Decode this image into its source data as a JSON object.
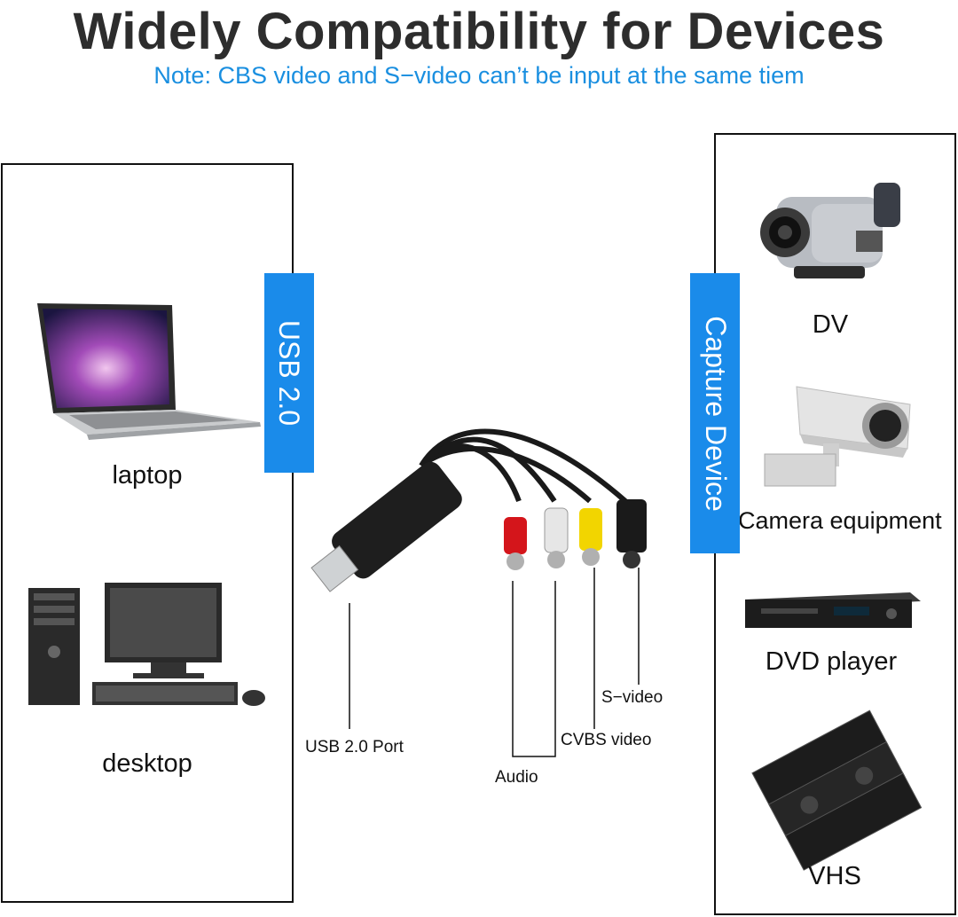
{
  "header": {
    "title": "Widely Compatibility for Devices",
    "note": "Note: CBS video and S−video can’t be input at the same tiem"
  },
  "left": {
    "tab_label": "USB 2.0",
    "devices": [
      {
        "label": "laptop",
        "icon": "laptop-icon"
      },
      {
        "label": "desktop",
        "icon": "desktop-computer-icon"
      }
    ]
  },
  "right": {
    "tab_label": "Capture Device",
    "devices": [
      {
        "label": "DV",
        "icon": "camcorder-icon"
      },
      {
        "label": "Camera equipment",
        "icon": "security-camera-icon"
      },
      {
        "label": "DVD player",
        "icon": "dvd-player-icon"
      },
      {
        "label": "VHS",
        "icon": "vhs-tapes-icon"
      }
    ]
  },
  "cable": {
    "callouts": {
      "usb_port": "USB 2.0 Port",
      "audio": "Audio",
      "cvbs": "CVBS video",
      "svideo": "S−video"
    },
    "colors": {
      "audio_left": "#d4151b",
      "audio_right": "#e6e6e6",
      "cvbs": "#f2d500",
      "svideo": "#1a1a1a",
      "accent": "#1a8bea"
    }
  }
}
